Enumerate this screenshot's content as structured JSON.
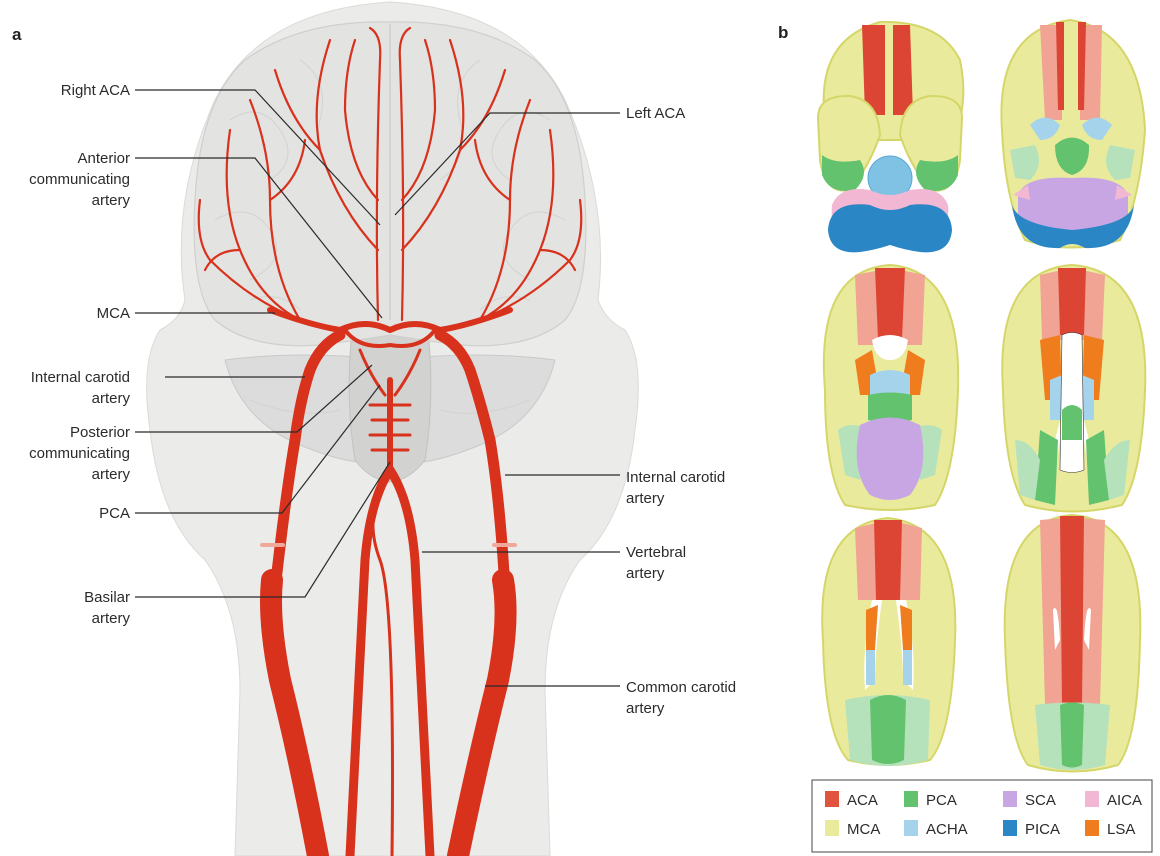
{
  "panel_a": {
    "letter": "a",
    "labels_left": {
      "right_aca": "Right ACA",
      "anterior_comm_1": "Anterior",
      "anterior_comm_2": "communicating",
      "anterior_comm_3": "artery",
      "mca": "MCA",
      "ica_left_1": "Internal carotid",
      "ica_left_2": "artery",
      "posterior_comm_1": "Posterior",
      "posterior_comm_2": "communicating",
      "posterior_comm_3": "artery",
      "pca": "PCA",
      "basilar_1": "Basilar",
      "basilar_2": "artery"
    },
    "labels_right": {
      "left_aca": "Left ACA",
      "ica_right_1": "Internal carotid",
      "ica_right_2": "artery",
      "vertebral_1": "Vertebral",
      "vertebral_2": "artery",
      "common_carotid_1": "Common carotid",
      "common_carotid_2": "artery"
    }
  },
  "panel_b": {
    "letter": "b"
  },
  "legend": {
    "items": [
      {
        "key": "ACA",
        "color": "#e0533f"
      },
      {
        "key": "PCA",
        "color": "#63c26e"
      },
      {
        "key": "SCA",
        "color": "#c7a6e3"
      },
      {
        "key": "AICA",
        "color": "#f2b8d3"
      },
      {
        "key": "MCA",
        "color": "#eaea9c"
      },
      {
        "key": "ACHA",
        "color": "#a6d3ec"
      },
      {
        "key": "PICA",
        "color": "#2b86c6"
      },
      {
        "key": "LSA",
        "color": "#ef7d1e"
      }
    ]
  },
  "colors": {
    "artery": "#d8311c",
    "brain": "#e4e4e4",
    "head": "#ececea",
    "mca_fill": "#eaea9c",
    "mca_border": "#d5d66a",
    "aca_fill": "#f1a394",
    "aca_core": "#dc4433",
    "pca_fill": "#63c26e",
    "pca_light": "#b6e2bb"
  }
}
